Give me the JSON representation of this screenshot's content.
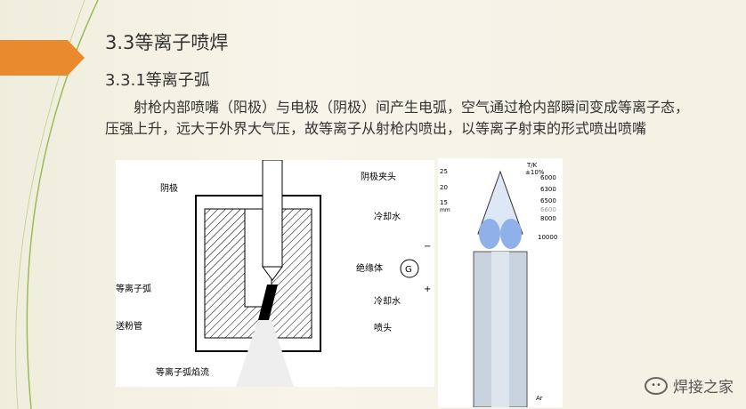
{
  "slide": {
    "title": "3.3等离子喷焊",
    "subtitle": "3.3.1等离子弧",
    "paragraph": "射枪内部喷嘴（阳极）与电极（阴极）间产生电弧，空气通过枪内部瞬间变成等离子态，压强上升，远大于外界大气压，故等离子从射枪内喷出，以等离子射束的形式喷出喷嘴"
  },
  "figure1": {
    "labels": {
      "cathode": "阴极",
      "cathode_clamp": "阴极夹头",
      "cooling_water_top": "冷却水",
      "insulator": "绝缘体",
      "generator": "G",
      "minus": "−",
      "plus": "+",
      "plasma_arc": "等离子弧",
      "cooling_water_bottom": "冷却水",
      "powder_tube": "送粉管",
      "nozzle": "喷头",
      "plasma_flame": "等离子弧焰流"
    }
  },
  "figure2": {
    "temp_header": "T/K",
    "temp_tol": "±10%",
    "axis_ticks": [
      "25",
      "20",
      "15"
    ],
    "axis_unit": "mm",
    "temps": [
      "6000",
      "6300",
      "6500",
      "6600",
      "8000",
      "10000"
    ],
    "gas": "Ar"
  },
  "watermark": "焊接之家"
}
